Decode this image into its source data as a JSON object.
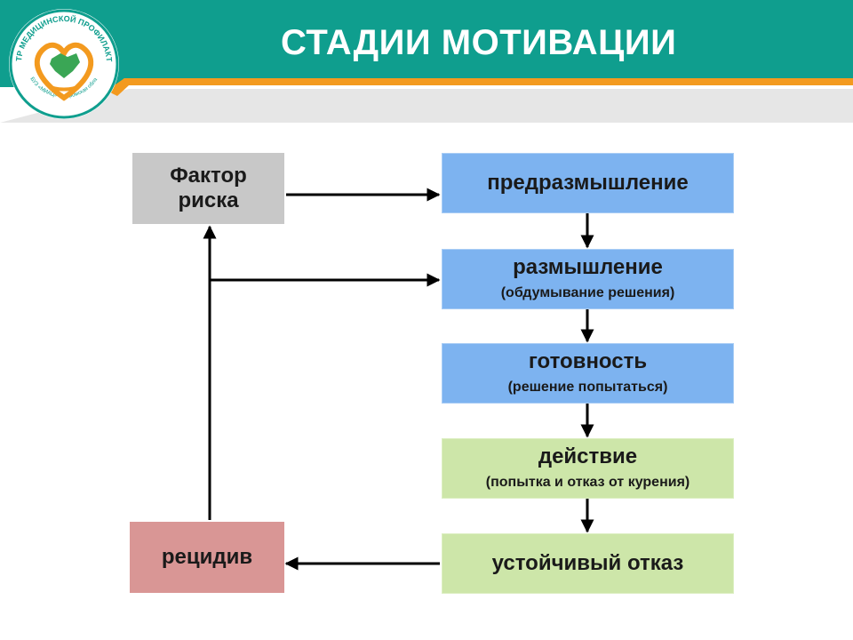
{
  "header": {
    "title": "СТАДИИ МОТИВАЦИИ",
    "colors": {
      "teal": "#0f9e8e",
      "orange": "#f39a1f",
      "shadow": "#e6e6e6"
    }
  },
  "logo": {
    "ring_text_top": "ЦЕНТР МЕДИЦИНСКОЙ ПРОФИЛАКТИКИ",
    "ring_text_bottom": "ОГБУЗ «МИАЦ» Костромская область",
    "icon": "heart-map-logo-icon"
  },
  "stages": {
    "risk": {
      "label": "Фактор риска"
    },
    "precontemplation": {
      "label": "предразмышление"
    },
    "contemplation": {
      "label": "размышление",
      "sub": "(обдумывание решения)"
    },
    "preparation": {
      "label": "готовность",
      "sub": "(решение попытаться)"
    },
    "action": {
      "label": "действие",
      "sub": "(попытка и отказ от курения)"
    },
    "maintenance": {
      "label": "устойчивый отказ"
    },
    "relapse": {
      "label": "рецидив"
    }
  },
  "colors": {
    "blue_box": "#7db3f0",
    "green_box": "#cde6a9",
    "gray_box": "#c8c8c8",
    "pink_box": "#d99695",
    "arrow": "#000000"
  }
}
